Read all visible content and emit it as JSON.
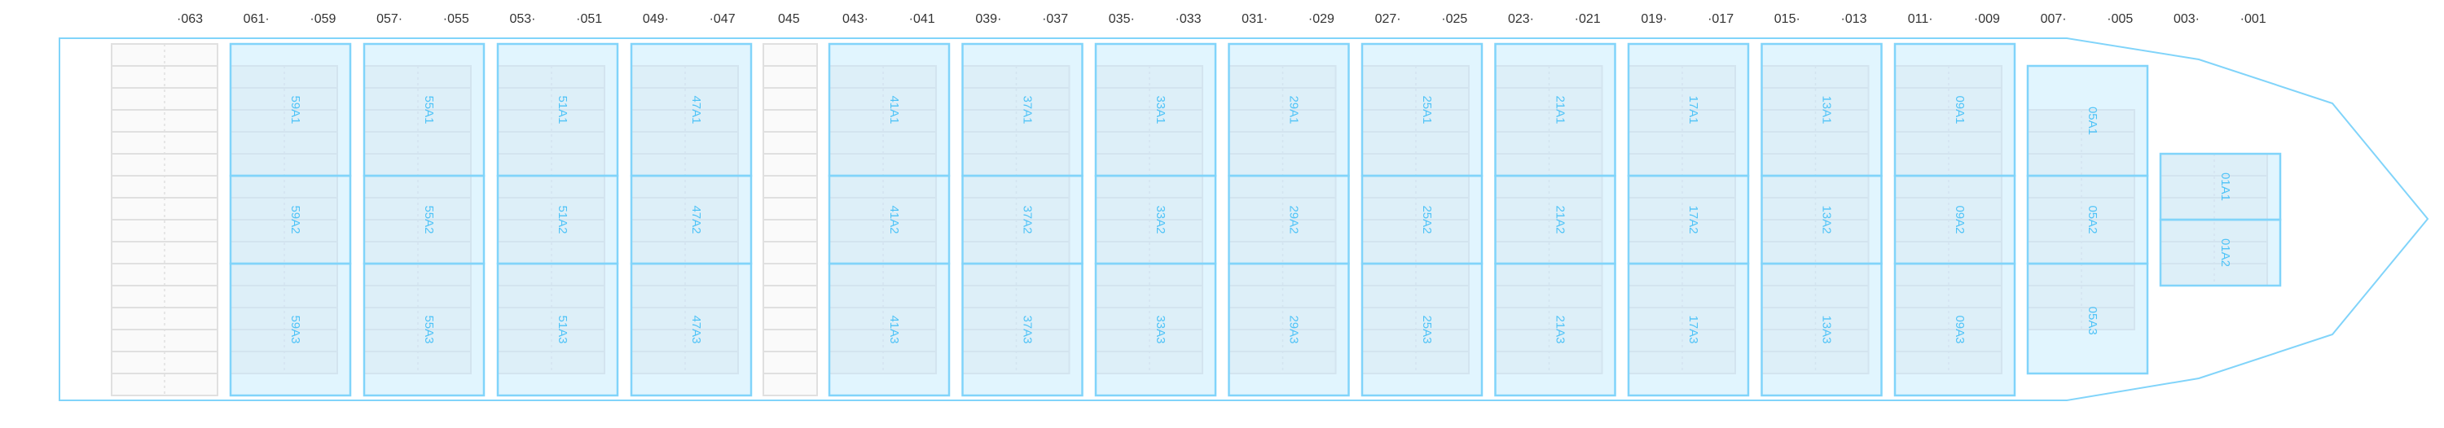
{
  "colors": {
    "hull": "#81d4fa",
    "bay_fill": "#e1f5fe",
    "bay_stroke": "#81d4fa",
    "cell_fill": "#ddeff8",
    "cell_stroke": "#d3e4ef",
    "empty_fill": "#fafafa",
    "empty_stroke": "#e0e0e0",
    "label": "#4fc3f7",
    "text": "#333333"
  },
  "column_labels": [
    "·063",
    "061·",
    "·059",
    "057·",
    "·055",
    "053·",
    "·051",
    "049·",
    "·047",
    "045",
    "043·",
    "·041",
    "039·",
    "·037",
    "035·",
    "·033",
    "031·",
    "·029",
    "027·",
    "·025",
    "023·",
    "·021",
    "019·",
    "·017",
    "015·",
    "·013",
    "011·",
    "·009",
    "007·",
    "·005",
    "003·",
    "·001"
  ],
  "empty_bays": [
    "063",
    "045"
  ],
  "bays": [
    {
      "bay": "059",
      "labels": [
        "59A1",
        "59A2",
        "59A3"
      ]
    },
    {
      "bay": "055",
      "labels": [
        "55A1",
        "55A2",
        "55A3"
      ]
    },
    {
      "bay": "051",
      "labels": [
        "51A1",
        "51A2",
        "51A3"
      ]
    },
    {
      "bay": "047",
      "labels": [
        "47A1",
        "47A2",
        "47A3"
      ]
    },
    {
      "bay": "041",
      "labels": [
        "41A1",
        "41A2",
        "41A3"
      ]
    },
    {
      "bay": "037",
      "labels": [
        "37A1",
        "37A2",
        "37A3"
      ]
    },
    {
      "bay": "033",
      "labels": [
        "33A1",
        "33A2",
        "33A3"
      ]
    },
    {
      "bay": "029",
      "labels": [
        "29A1",
        "29A2",
        "29A3"
      ]
    },
    {
      "bay": "025",
      "labels": [
        "25A1",
        "25A2",
        "25A3"
      ]
    },
    {
      "bay": "021",
      "labels": [
        "21A1",
        "21A2",
        "21A3"
      ]
    },
    {
      "bay": "017",
      "labels": [
        "17A1",
        "17A2",
        "17A3"
      ]
    },
    {
      "bay": "013",
      "labels": [
        "13A1",
        "13A2",
        "13A3"
      ]
    },
    {
      "bay": "009",
      "labels": [
        "09A1",
        "09A2",
        "09A3"
      ]
    },
    {
      "bay": "005",
      "labels": [
        "05A1",
        "05A2",
        "05A3"
      ]
    },
    {
      "bay": "001",
      "labels": [
        "01A1",
        "01A2"
      ]
    }
  ]
}
